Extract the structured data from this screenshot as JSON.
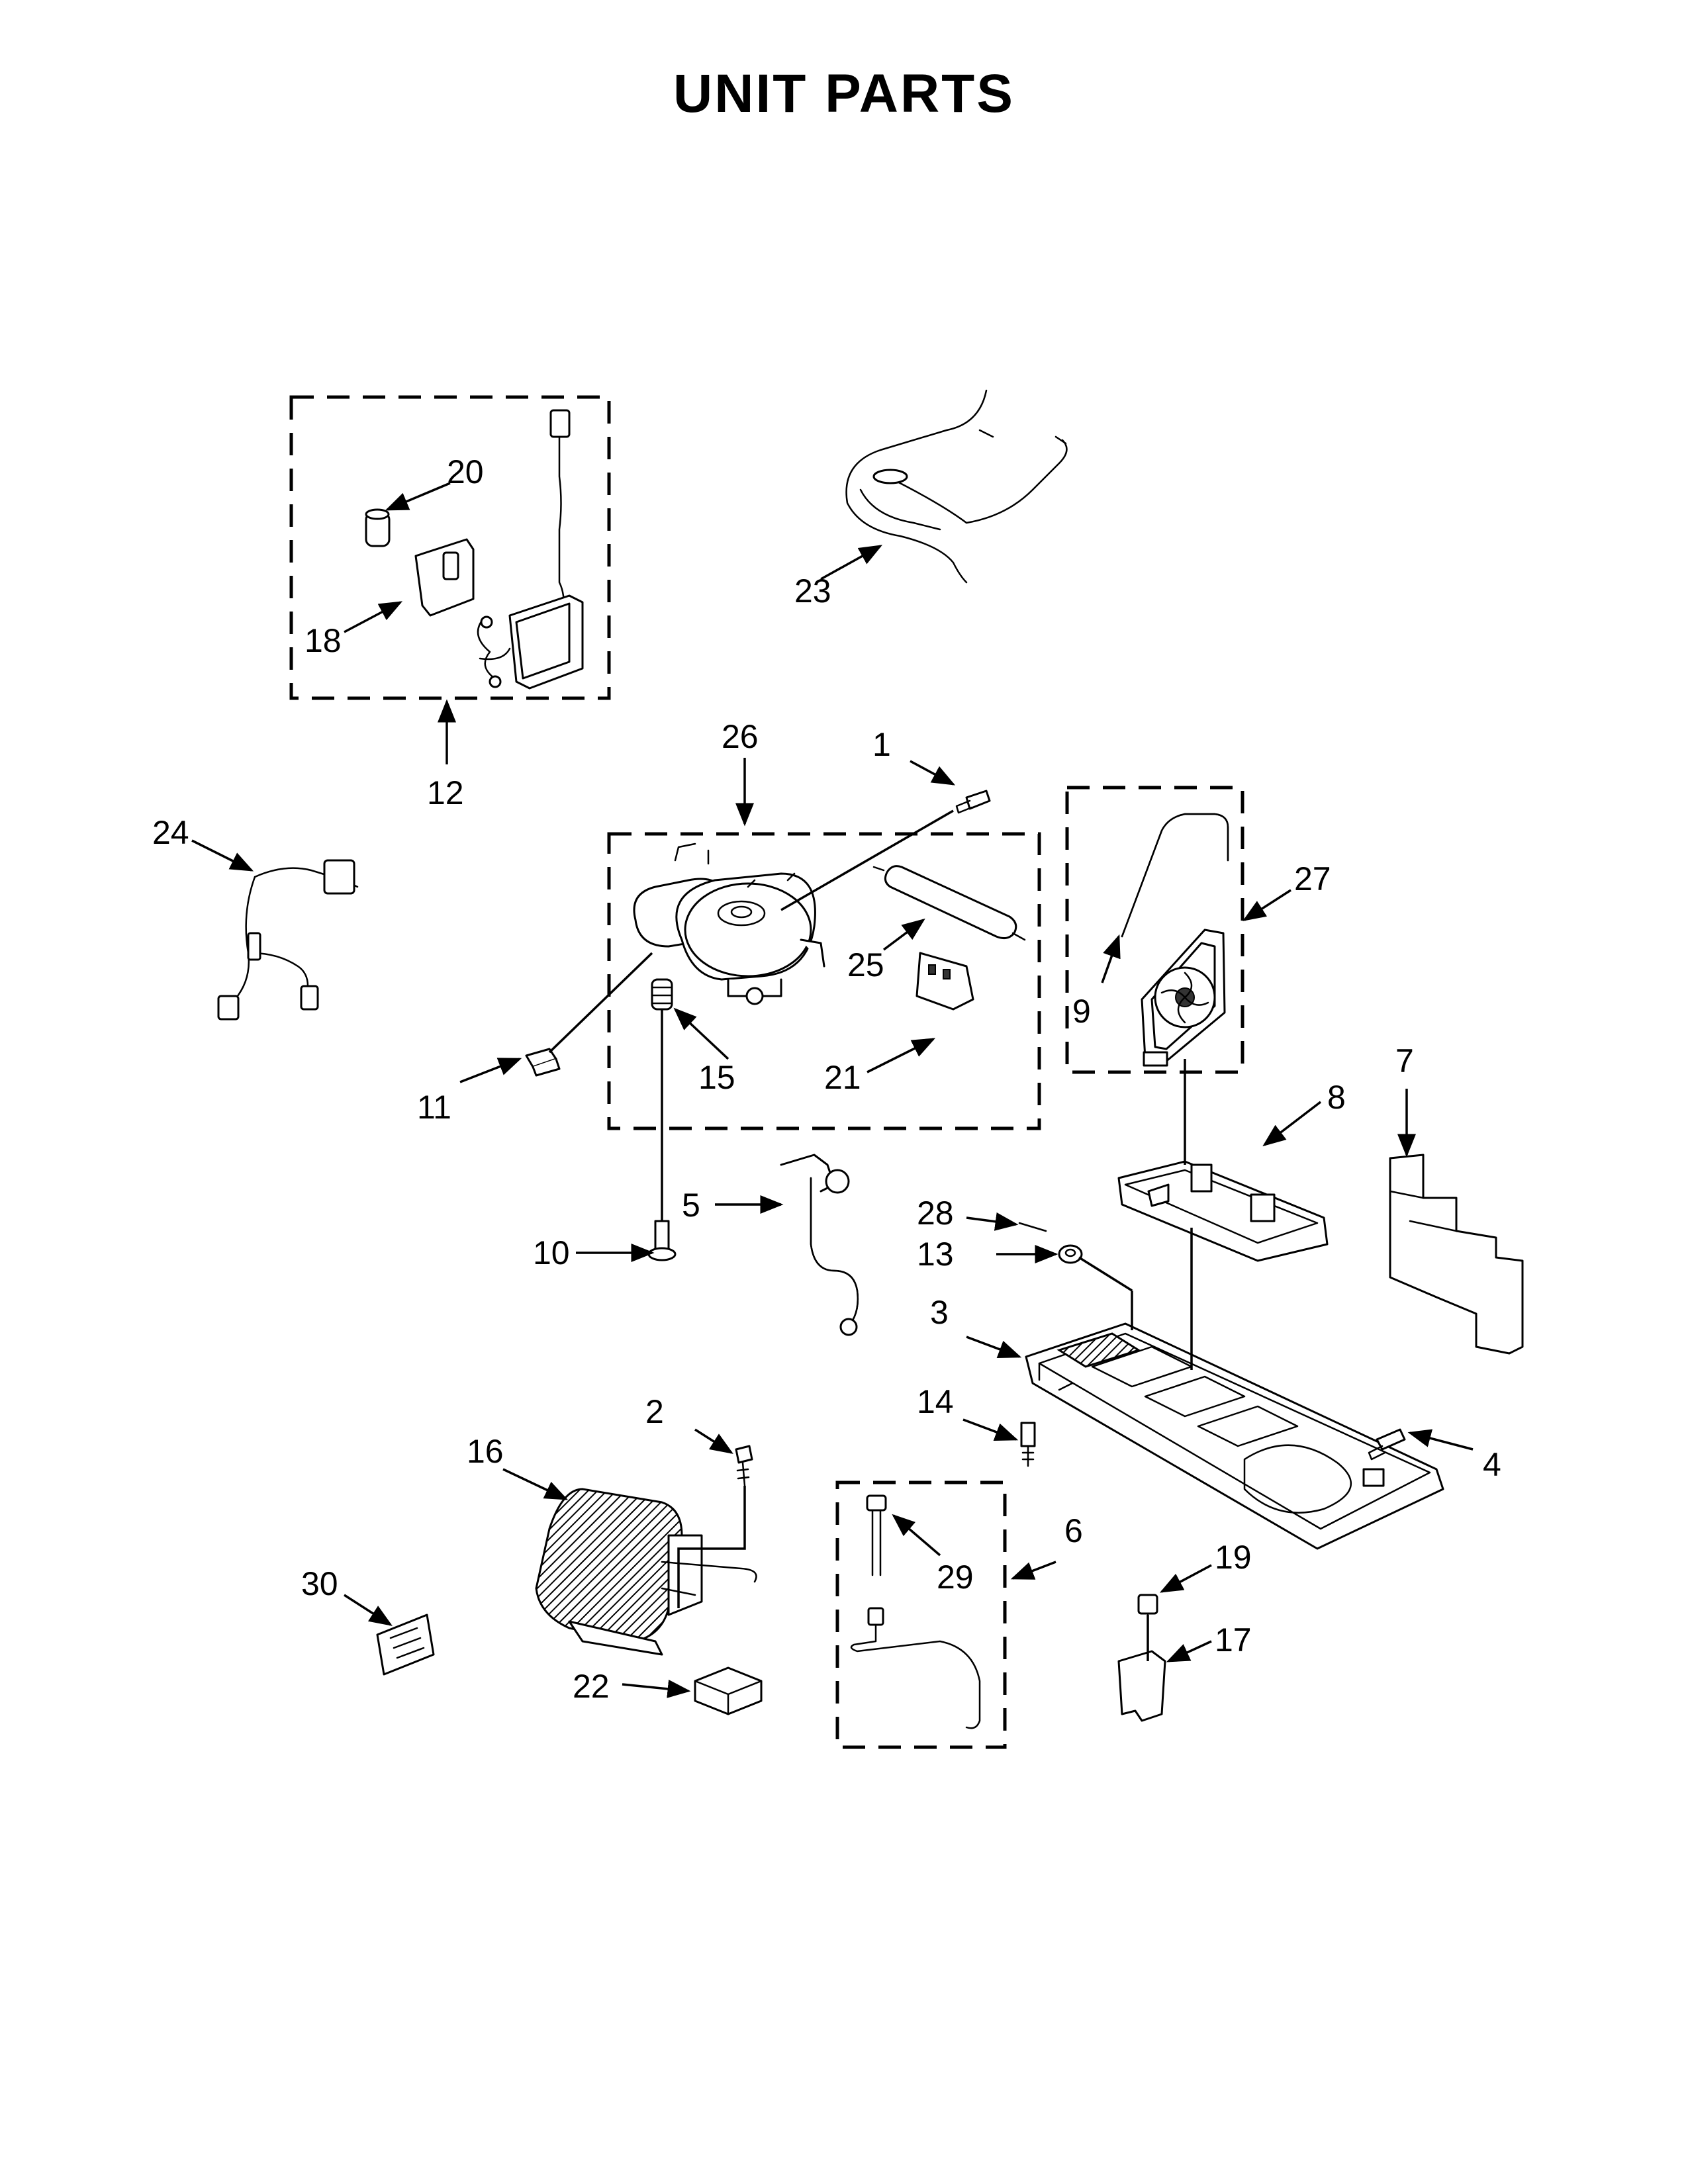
{
  "title": "UNIT PARTS",
  "callouts": {
    "c1": "1",
    "c2": "2",
    "c3": "3",
    "c4": "4",
    "c5": "5",
    "c6": "6",
    "c7": "7",
    "c8": "8",
    "c9": "9",
    "c10": "10",
    "c11": "11",
    "c12": "12",
    "c13": "13",
    "c14": "14",
    "c15": "15",
    "c16": "16",
    "c17": "17",
    "c18": "18",
    "c19": "19",
    "c20": "20",
    "c21": "21",
    "c22": "22",
    "c23": "23",
    "c24": "24",
    "c25": "25",
    "c26": "26",
    "c27": "27",
    "c28": "28",
    "c29": "29",
    "c30": "30"
  },
  "icons": {
    "arrow": "arrowhead-marker"
  }
}
